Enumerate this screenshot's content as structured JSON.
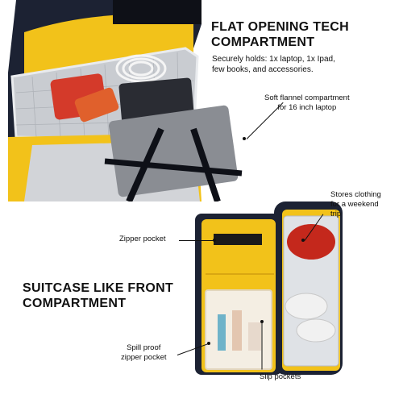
{
  "top_section": {
    "heading_line1": "FLAT OPENING TECH",
    "heading_line2": "COMPARTMENT",
    "subtext_line1": "Securely holds: 1x laptop, 1x Ipad,",
    "subtext_line2": "few books, and accessories.",
    "callout_flannel_line1": "Soft flannel compartment",
    "callout_flannel_line2": "for 16 inch laptop"
  },
  "bottom_section": {
    "heading_line1": "SUITCASE LIKE FRONT",
    "heading_line2": "COMPARTMENT",
    "callout_clothing_line1": "Stores clothing",
    "callout_clothing_line2": "for a weekend",
    "callout_clothing_line3": "trip",
    "callout_zipper": "Zipper pocket",
    "callout_spill_line1": "Spill proof",
    "callout_spill_line2": "zipper pocket",
    "callout_slip": "Slip pockets"
  },
  "colors": {
    "bag_navy": "#1c2233",
    "lining_yellow": "#f2c21a",
    "mesh_gray": "#c9ccd1",
    "laptop_gray": "#8a8d93",
    "accent_red": "#d43a2a",
    "accent_orange": "#e0602c"
  }
}
